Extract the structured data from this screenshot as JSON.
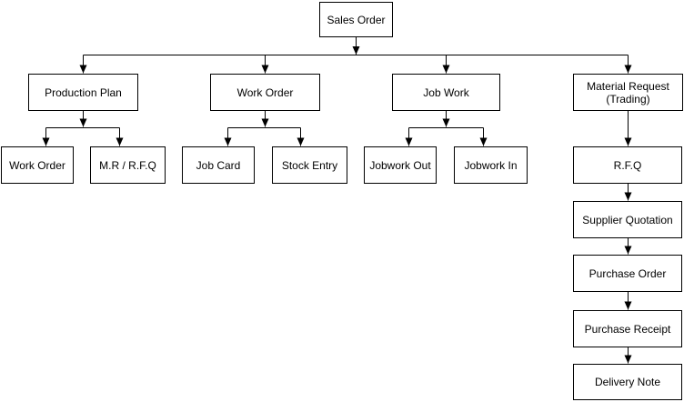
{
  "diagram": {
    "colors": {
      "background": "#ffffff",
      "node_fill": "#ffffff",
      "node_border": "#000000",
      "connector": "#000000"
    },
    "nodes": [
      {
        "id": "sales-order",
        "label": "Sales Order"
      },
      {
        "id": "production-plan",
        "label": "Production Plan"
      },
      {
        "id": "work-order",
        "label": "Work Order"
      },
      {
        "id": "job-work",
        "label": "Job Work"
      },
      {
        "id": "material-request-trading",
        "label": "Material Request\n(Trading)"
      },
      {
        "id": "work-order-sub",
        "label": "Work Order"
      },
      {
        "id": "mr-rfq",
        "label": "M.R / R.F.Q"
      },
      {
        "id": "job-card",
        "label": "Job Card"
      },
      {
        "id": "stock-entry",
        "label": "Stock Entry"
      },
      {
        "id": "jobwork-out",
        "label": "Jobwork Out"
      },
      {
        "id": "jobwork-in",
        "label": "Jobwork In"
      },
      {
        "id": "rfq",
        "label": "R.F.Q"
      },
      {
        "id": "supplier-quotation",
        "label": "Supplier Quotation"
      },
      {
        "id": "purchase-order",
        "label": "Purchase Order"
      },
      {
        "id": "purchase-receipt",
        "label": "Purchase Receipt"
      },
      {
        "id": "delivery-note",
        "label": "Delivery Note"
      }
    ],
    "edges": [
      {
        "from": "Sales Order",
        "to": "Production Plan"
      },
      {
        "from": "Sales Order",
        "to": "Work Order"
      },
      {
        "from": "Sales Order",
        "to": "Job Work"
      },
      {
        "from": "Sales Order",
        "to": "Material Request (Trading)"
      },
      {
        "from": "Production Plan",
        "to": "Work Order"
      },
      {
        "from": "Production Plan",
        "to": "M.R / R.F.Q"
      },
      {
        "from": "Work Order",
        "to": "Job Card"
      },
      {
        "from": "Work Order",
        "to": "Stock Entry"
      },
      {
        "from": "Job Work",
        "to": "Jobwork Out"
      },
      {
        "from": "Job Work",
        "to": "Jobwork In"
      },
      {
        "from": "Material Request (Trading)",
        "to": "R.F.Q"
      },
      {
        "from": "R.F.Q",
        "to": "Supplier Quotation"
      },
      {
        "from": "Supplier Quotation",
        "to": "Purchase Order"
      },
      {
        "from": "Purchase Order",
        "to": "Purchase Receipt"
      },
      {
        "from": "Purchase Receipt",
        "to": "Delivery Note"
      }
    ]
  }
}
